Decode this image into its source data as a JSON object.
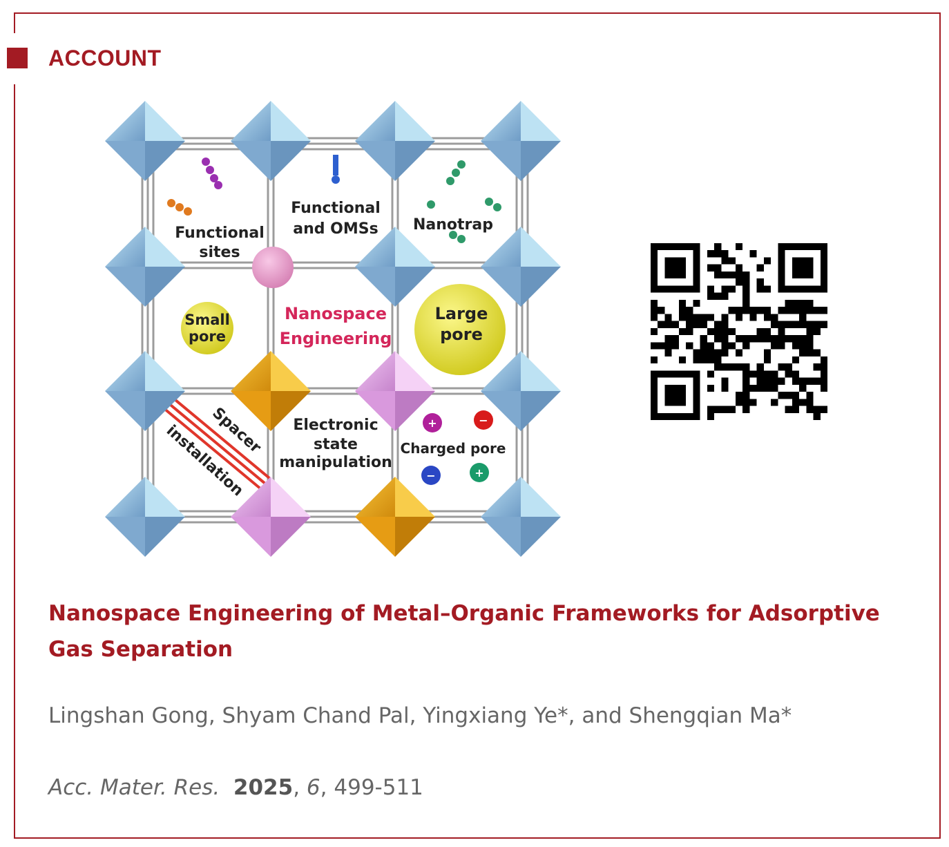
{
  "header": {
    "tag_label": "ACCOUNT"
  },
  "figure": {
    "labels": {
      "functional_sites_1": "Functional",
      "functional_sites_2": "sites",
      "functional_omss_1": "Functional",
      "functional_omss_2": "and OMSs",
      "nanotrap": "Nanotrap",
      "small_pore_1": "Small",
      "small_pore_2": "pore",
      "nanospace_1": "Nanospace",
      "nanospace_2": "Engineering",
      "large_pore_1": "Large",
      "large_pore_2": "pore",
      "spacer_1": "Spacer",
      "spacer_2": "installation",
      "electronic_1": "Electronic",
      "electronic_2": "state",
      "electronic_3": "manipulation",
      "charged_pore": "Charged pore"
    },
    "colors": {
      "node_blue": "#8fb6d8",
      "node_orange": "#f0a818",
      "node_pink": "#e6a6e8",
      "rod": "#a9a9a9",
      "accent_text": "#d4265a",
      "pore_yellow": "#e8e02e"
    }
  },
  "article": {
    "title": "Nanospace Engineering of Metal–Organic Frameworks for Adsorptive Gas Separation",
    "authors": "Lingshan Gong, Shyam Chand Pal, Yingxiang Ye*, and Shengqian Ma*",
    "journal": "Acc. Mater. Res.",
    "year": "2025",
    "volume": "6",
    "pages": "499-511"
  },
  "colors": {
    "accent": "#a31b23",
    "muted_text": "#666666"
  }
}
